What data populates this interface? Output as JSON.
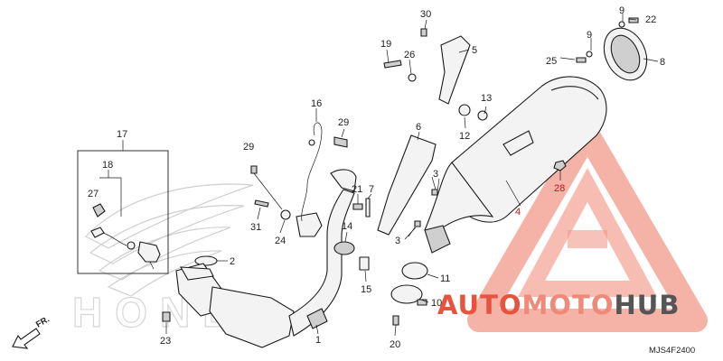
{
  "diagram": {
    "code": "MJS4F2400",
    "front_marker": "FR.",
    "background_brand": "HONDA",
    "watermark": {
      "part_a": "AUTO",
      "part_b": "MOTO",
      "part_c": "HUB",
      "color_a": "#e8533d",
      "color_b": "#f08a78",
      "color_c": "#555555"
    },
    "callouts": [
      {
        "id": "1",
        "label": "1"
      },
      {
        "id": "2",
        "label": "2"
      },
      {
        "id": "3a",
        "label": "3"
      },
      {
        "id": "3b",
        "label": "3"
      },
      {
        "id": "4",
        "label": "4"
      },
      {
        "id": "5",
        "label": "5"
      },
      {
        "id": "6",
        "label": "6"
      },
      {
        "id": "7",
        "label": "7"
      },
      {
        "id": "8",
        "label": "8"
      },
      {
        "id": "9a",
        "label": "9"
      },
      {
        "id": "9b",
        "label": "9"
      },
      {
        "id": "10",
        "label": "10"
      },
      {
        "id": "11",
        "label": "11"
      },
      {
        "id": "12",
        "label": "12"
      },
      {
        "id": "13",
        "label": "13"
      },
      {
        "id": "14",
        "label": "14"
      },
      {
        "id": "15",
        "label": "15"
      },
      {
        "id": "16",
        "label": "16"
      },
      {
        "id": "17",
        "label": "17"
      },
      {
        "id": "18",
        "label": "18"
      },
      {
        "id": "19",
        "label": "19"
      },
      {
        "id": "20",
        "label": "20"
      },
      {
        "id": "21",
        "label": "21"
      },
      {
        "id": "22",
        "label": "22"
      },
      {
        "id": "23",
        "label": "23"
      },
      {
        "id": "24",
        "label": "24"
      },
      {
        "id": "25",
        "label": "25"
      },
      {
        "id": "26",
        "label": "26"
      },
      {
        "id": "27",
        "label": "27"
      },
      {
        "id": "28",
        "label": "28"
      },
      {
        "id": "29a",
        "label": "29"
      },
      {
        "id": "29b",
        "label": "29"
      },
      {
        "id": "30",
        "label": "30"
      },
      {
        "id": "31",
        "label": "31"
      }
    ]
  }
}
